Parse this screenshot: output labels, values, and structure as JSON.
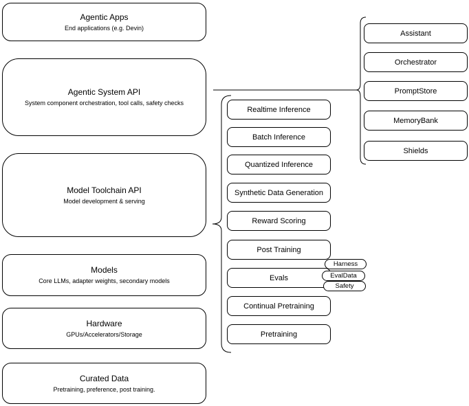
{
  "diagram": {
    "left_stack": [
      {
        "title": "Agentic Apps",
        "subtitle": "End applications (e.g. Devin)"
      },
      {
        "title": "Agentic System API",
        "subtitle": "System component orchestration, tool calls, safety checks"
      },
      {
        "title": "Model Toolchain API",
        "subtitle": "Model development & serving"
      },
      {
        "title": "Models",
        "subtitle": "Core LLMs, adapter weights, secondary models"
      },
      {
        "title": "Hardware",
        "subtitle": "GPUs/Accelerators/Storage"
      },
      {
        "title": "Curated Data",
        "subtitle": "Pretraining, preference, post training."
      }
    ],
    "toolchain_components": [
      "Realtime Inference",
      "Batch Inference",
      "Quantized Inference",
      "Synthetic Data Generation",
      "Reward Scoring",
      "Post Training",
      "Evals",
      "Continual Pretraining",
      "Pretraining"
    ],
    "eval_pills": [
      "Harness",
      "EvalData",
      "Safety"
    ],
    "agentic_components": [
      "Assistant",
      "Orchestrator",
      "PromptStore",
      "MemoryBank",
      "Shields"
    ],
    "colors": {
      "stroke": "#000000",
      "fill": "#ffffff",
      "text": "#000000"
    }
  }
}
